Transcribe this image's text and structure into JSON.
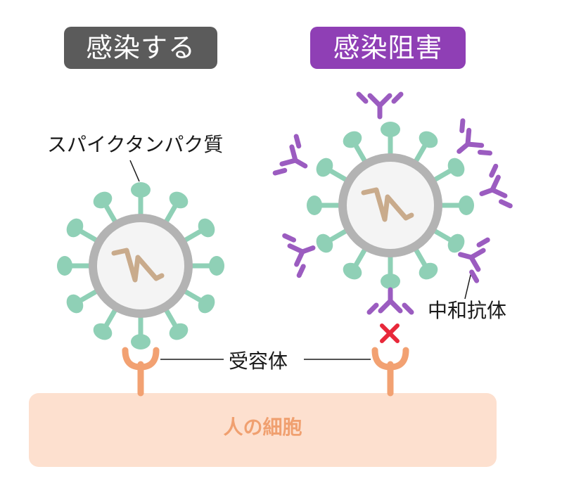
{
  "titles": {
    "left": "感染する",
    "right": "感染阻害"
  },
  "labels": {
    "spike_protein": "スパイクタンパク質",
    "receptor": "受容体",
    "neutralizing_antibody": "中和抗体",
    "human_cell": "人の細胞"
  },
  "colors": {
    "title_left_bg": "#5b5b5b",
    "title_right_bg": "#8f3fb5",
    "virus_shell": "#b3b3b3",
    "virus_core": "#f4f4f4",
    "rna": "#c9ab8c",
    "spike": "#8fd0b6",
    "antibody": "#9b5cc0",
    "receptor": "#f2a172",
    "cell": "#fde0cf",
    "cell_text": "#f0a070",
    "block_mark": "#e8283a"
  }
}
